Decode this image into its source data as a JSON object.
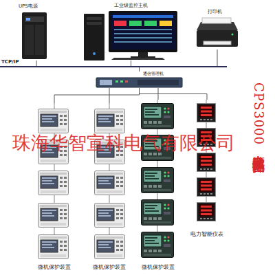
{
  "diagram": {
    "title": "CPS3000变电站监控系统拓扑图",
    "nodes": [
      {
        "text": [
          "UPS电源"
        ]
      },
      {
        "text": [
          "工业级监控主机"
        ]
      },
      {
        "text": [
          "打印机"
        ]
      },
      {
        "text": [
          "TCP/IP"
        ]
      },
      {
        "text": [
          "通信管理机"
        ]
      },
      {
        "text": [
          "微机保护装置"
        ]
      },
      {
        "text": [
          "微机保护装置"
        ]
      },
      {
        "text": [
          "微机保护装置"
        ]
      },
      {
        "text": [
          "电力智能仪表"
        ]
      }
    ],
    "edges": [
      {
        "from": 0,
        "to": 3,
        "arrow": "none"
      },
      {
        "from": 1,
        "to": 3,
        "arrow": "none"
      },
      {
        "from": 2,
        "to": 3,
        "arrow": "none"
      },
      {
        "from": 3,
        "to": 4,
        "arrow": "none"
      },
      {
        "from": 4,
        "to": 5,
        "arrow": "none"
      },
      {
        "from": 4,
        "to": 6,
        "arrow": "none"
      },
      {
        "from": 4,
        "to": 7,
        "arrow": "none"
      },
      {
        "from": 4,
        "to": 8,
        "arrow": "none"
      }
    ],
    "labels": [
      "珠海华智宣科电气有限公司"
    ]
  }
}
